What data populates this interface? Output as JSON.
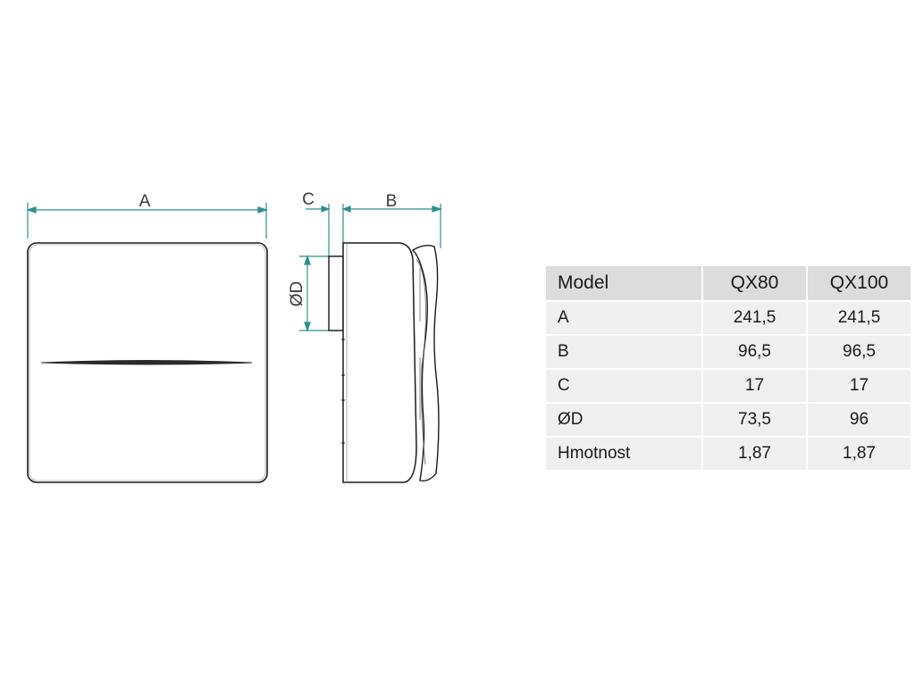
{
  "dimensions": {
    "width_label": "A",
    "depth_label": "B",
    "offset_label": "C",
    "diameter_label": "ØD"
  },
  "table": {
    "columns": [
      "Model",
      "QX80",
      "QX100"
    ],
    "rows": [
      {
        "label": "A",
        "qx80": "241,5",
        "qx100": "241,5"
      },
      {
        "label": "B",
        "qx80": "96,5",
        "qx100": "96,5"
      },
      {
        "label": "C",
        "qx80": "17",
        "qx100": "17"
      },
      {
        "label": "ØD",
        "qx80": "73,5",
        "qx100": "96"
      },
      {
        "label": "Hmotnost",
        "qx80": "1,87",
        "qx100": "1,87"
      }
    ]
  },
  "colors": {
    "dimension_line": "#2f8f8f",
    "outline": "#1a1a1a",
    "header_bg": "#dcdcdc",
    "row_bg": "#efefef"
  }
}
